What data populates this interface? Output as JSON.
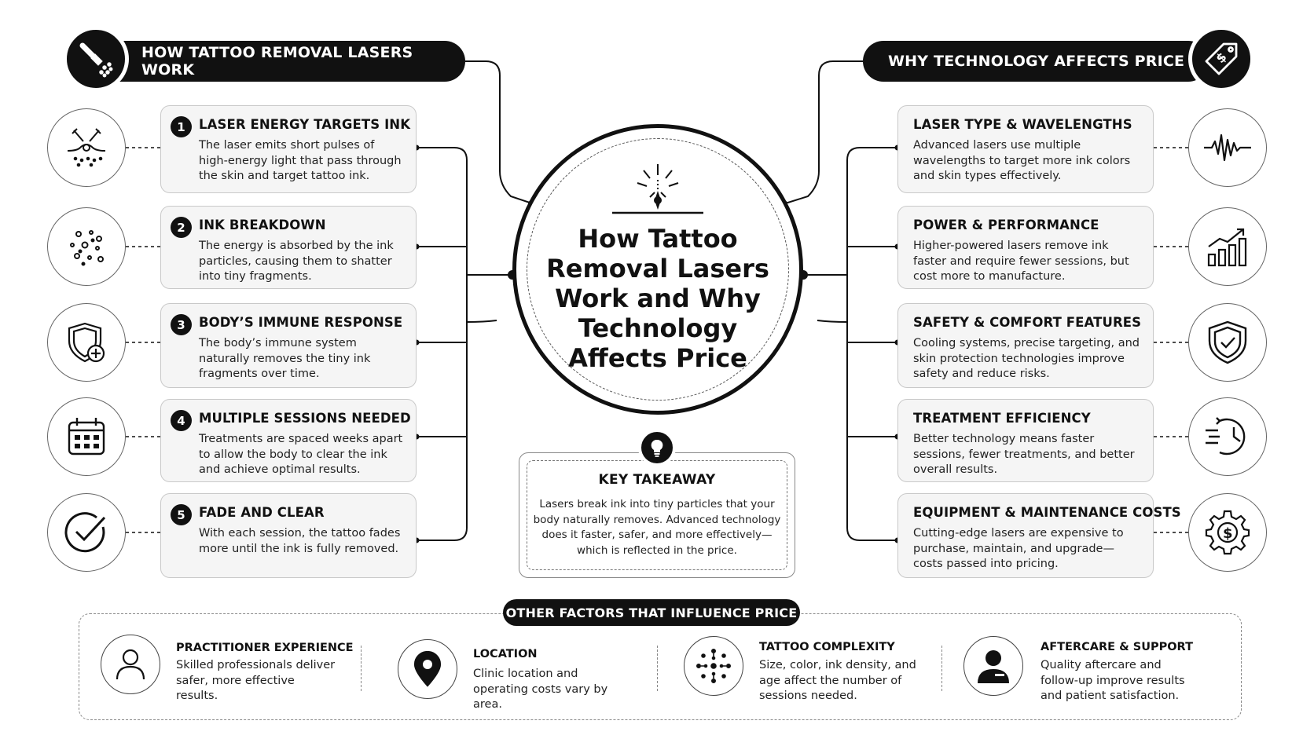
{
  "main_title": "How Tattoo Removal Lasers Work and Why Technology Affects Price",
  "left_header": "HOW TATTOO REMOVAL LASERS WORK",
  "right_header": "WHY TECHNOLOGY AFFECTS PRICE",
  "left_steps": [
    {
      "num": "1",
      "title": "LASER ENERGY TARGETS INK",
      "text": "The laser emits short pulses of high-energy light that pass through the skin and target tattoo ink.",
      "icon": "laser-skin-icon"
    },
    {
      "num": "2",
      "title": "INK BREAKDOWN",
      "text": "The energy is absorbed by the ink particles, causing them to shatter into tiny fragments.",
      "icon": "particles-icon"
    },
    {
      "num": "3",
      "title": "BODY’S IMMUNE RESPONSE",
      "text": "The body’s immune system naturally removes the tiny ink fragments over time.",
      "icon": "shield-plus-icon"
    },
    {
      "num": "4",
      "title": "MULTIPLE SESSIONS NEEDED",
      "text": "Treatments are spaced weeks apart to allow the body to clear the ink and achieve optimal results.",
      "icon": "calendar-icon"
    },
    {
      "num": "5",
      "title": "FADE AND CLEAR",
      "text": "With each session, the tattoo fades more until the ink is fully removed.",
      "icon": "check-circle-icon"
    }
  ],
  "right_items": [
    {
      "title": "LASER TYPE & WAVELENGTHS",
      "text": "Advanced lasers use multiple wavelengths to target more ink colors and skin types effectively.",
      "icon": "waveform-icon"
    },
    {
      "title": "POWER & PERFORMANCE",
      "text": "Higher-powered lasers remove ink faster and require fewer sessions, but cost more to manufacture.",
      "icon": "bar-chart-icon"
    },
    {
      "title": "SAFETY & COMFORT FEATURES",
      "text": "Cooling systems, precise targeting, and skin protection technologies improve safety and reduce risks.",
      "icon": "shield-check-icon"
    },
    {
      "title": "TREATMENT EFFICIENCY",
      "text": "Better technology means faster sessions, fewer treatments, and better overall results.",
      "icon": "fast-clock-icon"
    },
    {
      "title": "EQUIPMENT & MAINTENANCE COSTS",
      "text": "Cutting-edge lasers are expensive to purchase, maintain, and upgrade—costs passed into pricing.",
      "icon": "gear-dollar-icon"
    }
  ],
  "takeaway": {
    "title": "KEY TAKEAWAY",
    "text": "Lasers break ink into tiny particles that your body naturally removes. Advanced technology does it faster, safer, and more effectively—which is reflected in the price."
  },
  "factors_header": "OTHER FACTORS THAT INFLUENCE PRICE",
  "factors": [
    {
      "title": "PRACTITIONER EXPERIENCE",
      "text": "Skilled professionals deliver safer, more effective results.",
      "icon": "person-icon"
    },
    {
      "title": "LOCATION",
      "text": "Clinic location and operating costs vary by area.",
      "icon": "location-pin-icon"
    },
    {
      "title": "TATTOO COMPLEXITY",
      "text": "Size, color, ink density, and age affect the number of sessions needed.",
      "icon": "dots-burst-icon"
    },
    {
      "title": "AFTERCARE & SUPPORT",
      "text": "Quality aftercare and follow-up improve results and patient satisfaction.",
      "icon": "support-person-icon"
    }
  ]
}
